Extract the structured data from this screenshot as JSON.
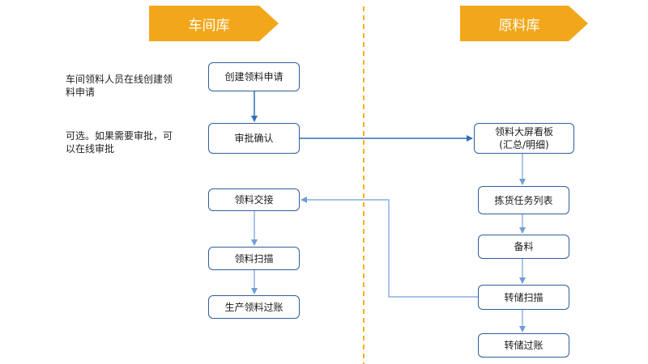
{
  "colors": {
    "banner_fill": "#f2a71b",
    "node_border": "#2f5f9a",
    "arrow": "#2f6fb5",
    "divider": "#f5b11a"
  },
  "lanes": {
    "left": {
      "title": "车间库"
    },
    "right": {
      "title": "原料库"
    }
  },
  "notes": {
    "create": "车间领料人员在线创建领料申请",
    "approve": "可选。如果需要审批，可以在线审批"
  },
  "nodes": {
    "create_request": "创建领料申请",
    "approve_confirm": "审批确认",
    "handover": "领料交接",
    "pick_scan": "领料扫描",
    "production_post": "生产领料过账",
    "dashboard_line1": "领料大屏看板",
    "dashboard_line2": "(汇总/明细)",
    "pick_task_list": "拣货任务列表",
    "prepare": "备料",
    "transfer_scan": "转储扫描",
    "transfer_post": "转储过账"
  }
}
